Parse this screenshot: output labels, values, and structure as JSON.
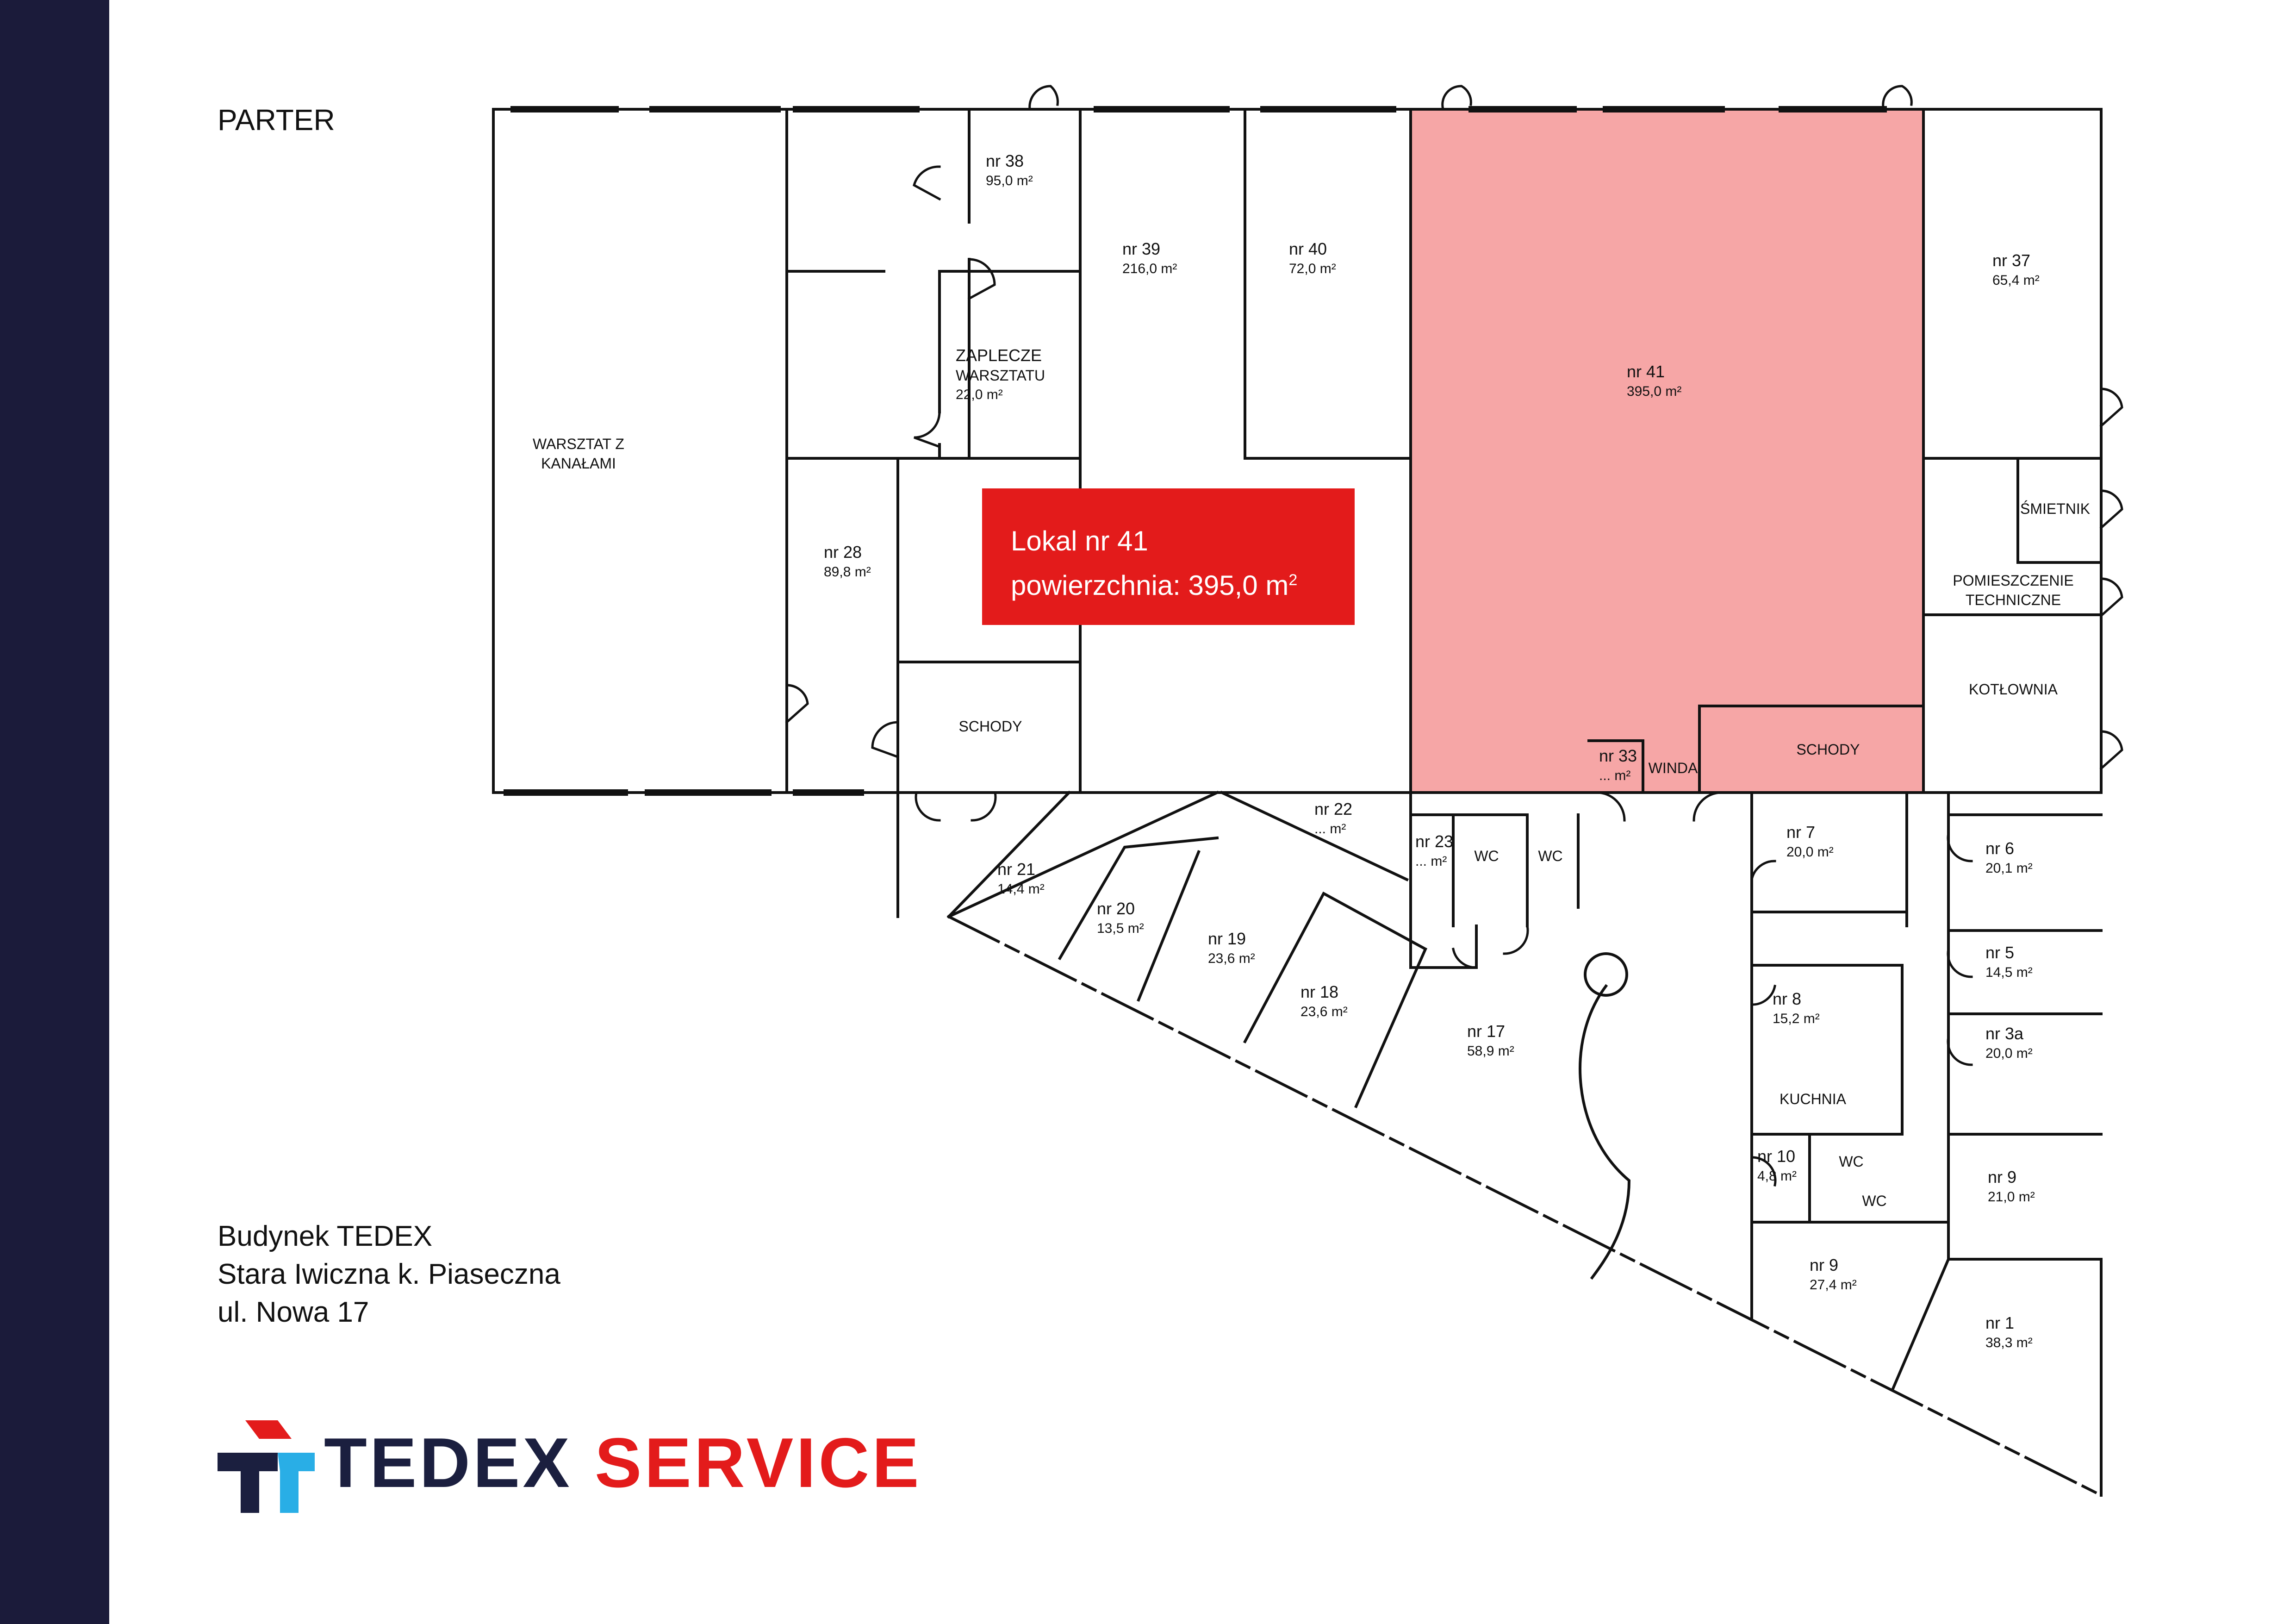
{
  "floor_label": "PARTER",
  "highlight": {
    "line1": "Lokal nr 41",
    "line2_prefix": "powierzchnia: 395,0 m",
    "line2_sup": "2",
    "color": "#e31b1b",
    "fill": "#f6a6a6"
  },
  "address": [
    "Budynek TEDEX",
    "Stara Iwiczna k. Piaseczna",
    "ul. Nowa 17"
  ],
  "brand": {
    "word1": "TEDEX",
    "word2": "SERVICE",
    "dark": "#1b1f3f",
    "red": "#e31b1b",
    "cyan": "#29aee6"
  },
  "sidebar_color": "#1b1b3a",
  "rooms": {
    "warsztat": {
      "name": "WARSZTAT Z",
      "name2": "KANAŁAMI"
    },
    "nr38": {
      "name": "nr 38",
      "area": "95,0 m²"
    },
    "zaplecze": {
      "name": "ZAPLECZE",
      "name2": "WARSZTATU",
      "area": "22,0 m²"
    },
    "nr39": {
      "name": "nr 39",
      "area": "216,0 m²"
    },
    "nr40": {
      "name": "nr 40",
      "area": "72,0 m²"
    },
    "nr41": {
      "name": "nr 41",
      "area": "395,0 m²"
    },
    "nr37": {
      "name": "nr 37",
      "area": "65,4 m²"
    },
    "smietnik": {
      "name": "ŚMIETNIK"
    },
    "pomieszczenie": {
      "name": "POMIESZCZENIE",
      "name2": "TECHNICZNE"
    },
    "kotlownia": {
      "name": "KOTŁOWNIA"
    },
    "nr28": {
      "name": "nr 28",
      "area": "89,8 m²"
    },
    "schody1": {
      "name": "SCHODY"
    },
    "schody2": {
      "name": "SCHODY"
    },
    "nr33": {
      "name": "nr 33",
      "area": "... m²"
    },
    "winda": {
      "name": "WINDA"
    },
    "nr22": {
      "name": "nr 22",
      "area": "... m²"
    },
    "nr23": {
      "name": "nr 23",
      "area": "... m²"
    },
    "wc1": {
      "name": "WC"
    },
    "wc2": {
      "name": "WC"
    },
    "nr21": {
      "name": "nr 21",
      "area": "14,4 m²"
    },
    "nr20": {
      "name": "nr 20",
      "area": "13,5 m²"
    },
    "nr19": {
      "name": "nr 19",
      "area": "23,6 m²"
    },
    "nr18": {
      "name": "nr 18",
      "area": "23,6 m²"
    },
    "nr17": {
      "name": "nr 17",
      "area": "58,9 m²"
    },
    "nr7": {
      "name": "nr 7",
      "area": "20,0 m²"
    },
    "nr6": {
      "name": "nr 6",
      "area": "20,1 m²"
    },
    "nr5": {
      "name": "nr 5",
      "area": "14,5 m²"
    },
    "nr8": {
      "name": "nr 8",
      "area": "15,2 m²"
    },
    "nr3a": {
      "name": "nr 3a",
      "area": "20,0 m²"
    },
    "kuchnia": {
      "name": "KUCHNIA"
    },
    "nr10": {
      "name": "nr 10",
      "area": "4,8 m²"
    },
    "wc3": {
      "name": "WC"
    },
    "wc4": {
      "name": "WC"
    },
    "nr9a": {
      "name": "nr 9",
      "area": "21,0 m²"
    },
    "nr9b": {
      "name": "nr 9",
      "area": "27,4 m²"
    },
    "nr1": {
      "name": "nr 1",
      "area": "38,3 m²"
    }
  }
}
